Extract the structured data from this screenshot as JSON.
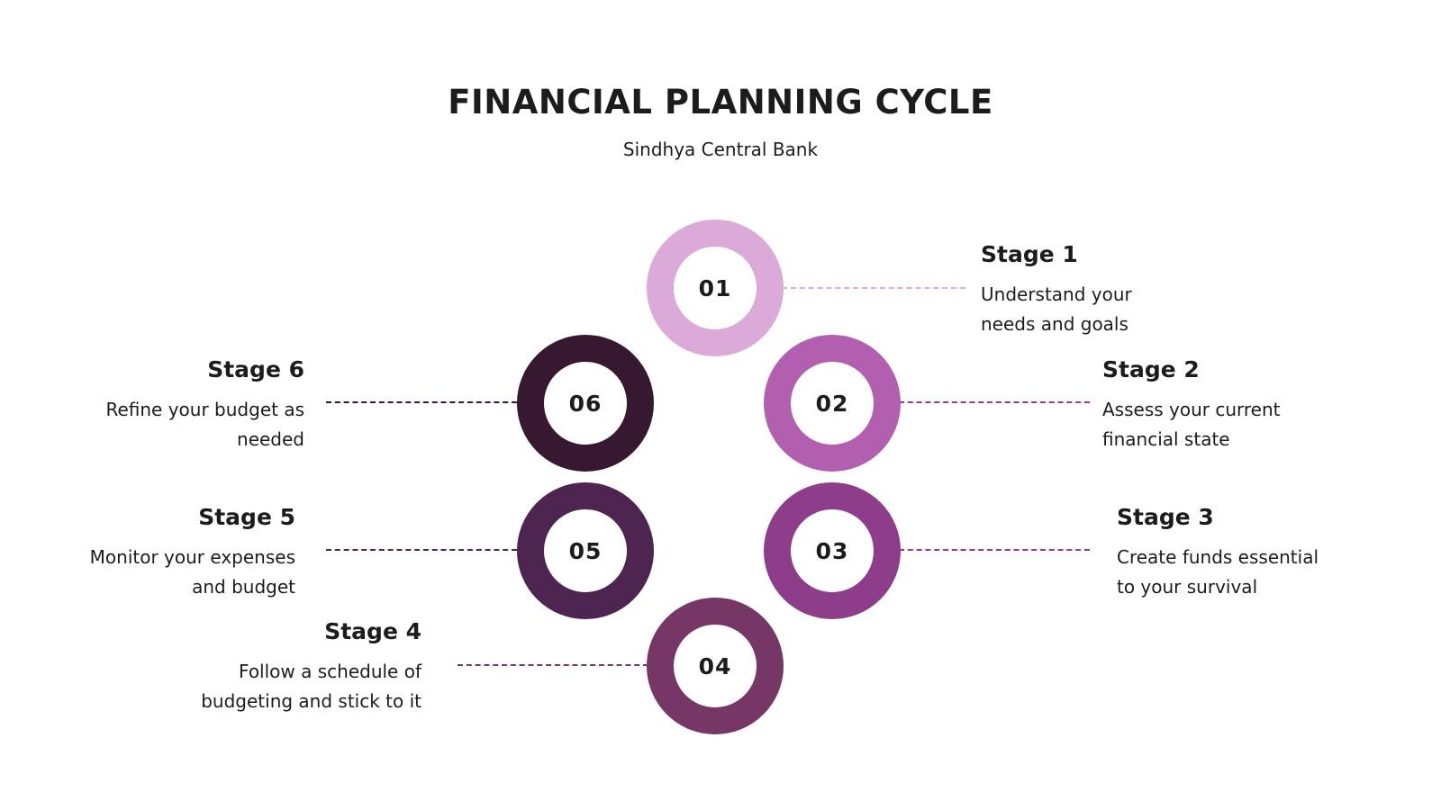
{
  "header": {
    "title": "FINANCIAL PLANNING CYCLE",
    "subtitle": "Sindhya Central Bank"
  },
  "stages": [
    {
      "number": "01",
      "title": "Stage 1",
      "desc_line1": "Understand your",
      "desc_line2": "needs and goals",
      "color": "#dbaad9"
    },
    {
      "number": "02",
      "title": "Stage 2",
      "desc_line1": "Assess your current",
      "desc_line2": "financial state",
      "color": "#b25fb0"
    },
    {
      "number": "03",
      "title": "Stage 3",
      "desc_line1": "Create funds essential",
      "desc_line2": "to your survival",
      "color": "#8d3d8a"
    },
    {
      "number": "04",
      "title": "Stage 4",
      "desc_line1": "Follow a schedule of",
      "desc_line2": "budgeting and stick to it",
      "color": "#763666"
    },
    {
      "number": "05",
      "title": "Stage 5",
      "desc_line1": "Monitor your expenses",
      "desc_line2": "and budget",
      "color": "#4e2550"
    },
    {
      "number": "06",
      "title": "Stage 6",
      "desc_line1": "Refine your budget as",
      "desc_line2": "needed",
      "color": "#361830"
    }
  ]
}
